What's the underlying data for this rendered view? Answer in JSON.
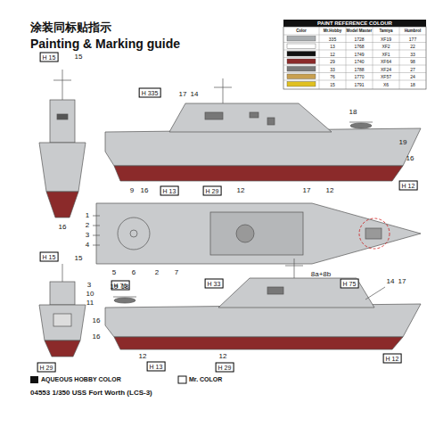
{
  "diagram": {
    "title": "涂装同标贴指示",
    "caption": "04553 1/350 USS Fort Worth (LCS-3)",
    "labels": [
      "Painting & Marking guide",
      "H 15",
      "15",
      "16",
      "H 335",
      "17",
      "14",
      "18",
      "19",
      "16",
      "9",
      "16",
      "H 13",
      "H 29",
      "12",
      "17",
      "12",
      "H 12",
      "1",
      "2",
      "3",
      "4",
      "5",
      "6",
      "2",
      "7",
      "H 76",
      "H 33",
      "8a+8b",
      "H 75",
      "H 15",
      "15",
      "3",
      "10",
      "11",
      "H 29",
      "19",
      "18",
      "14",
      "17",
      "16",
      "16",
      "12",
      "12",
      "H 13",
      "H 29",
      "H 12",
      "PAINT REFERENCE COLOUR",
      "Color",
      "Mr.Hobby",
      "Model Master",
      "Tamiya",
      "Humbrol",
      "335",
      "1728",
      "XF19",
      "177",
      "13",
      "1768",
      "XF2",
      "22",
      "12",
      "1749",
      "XF1",
      "33",
      "29",
      "1740",
      "XF64",
      "98",
      "33",
      "1788",
      "XF24",
      "27",
      "76",
      "1770",
      "XF57",
      "24",
      "15",
      "1791",
      "X6",
      "18"
    ],
    "legend": [
      {
        "text": "AQUEOUS HOBBY COLOR"
      },
      {
        "text": "Mr. COLOR"
      }
    ]
  }
}
